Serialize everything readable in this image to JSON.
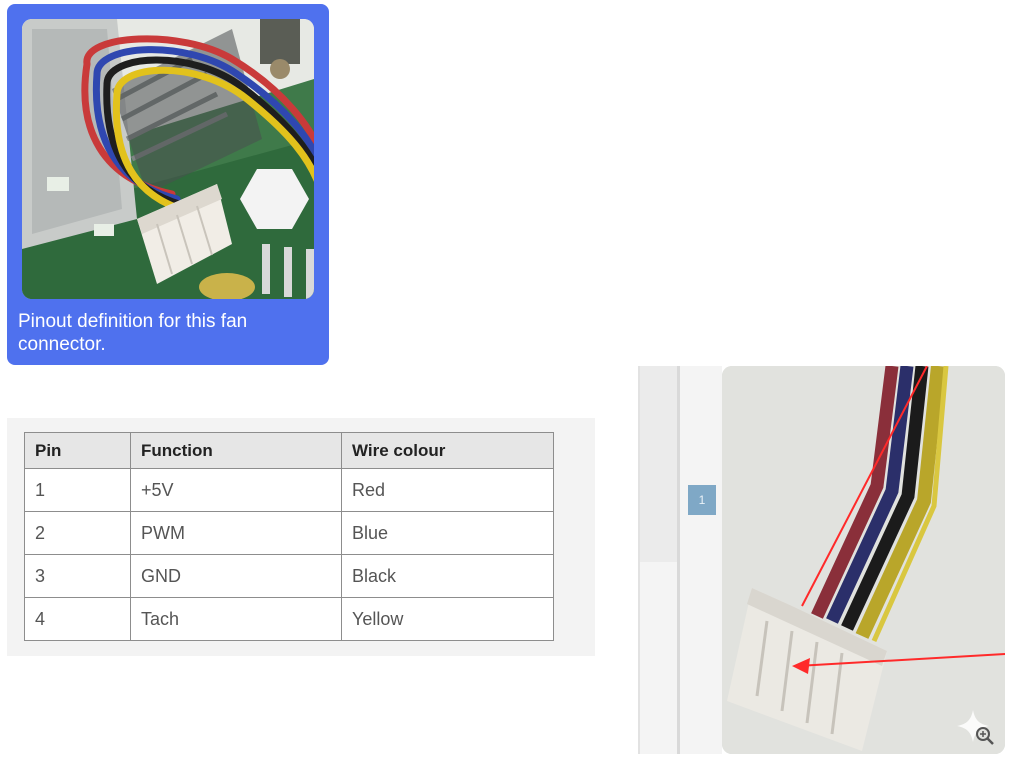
{
  "message": {
    "caption": "Pinout definition for this fan connector.",
    "image_icon": "fan-connector-photo"
  },
  "pinout_table": {
    "headers": [
      "Pin",
      "Function",
      "Wire colour"
    ],
    "rows": [
      [
        "1",
        "+5V",
        "Red"
      ],
      [
        "2",
        "PWM",
        "Blue"
      ],
      [
        "3",
        "GND",
        "Black"
      ],
      [
        "4",
        "Tach",
        "Yellow"
      ]
    ]
  },
  "side_marker": {
    "label": "1"
  },
  "connector_photo": {
    "icon": "sparkle-zoom-icon"
  },
  "colors": {
    "card_bg": "#4f71ee",
    "wire_red": "#c93a3a",
    "wire_blue": "#2f47b0",
    "wire_black": "#1e1e1e",
    "wire_yellow": "#e2c21c",
    "annotation_red": "#ff2a2a"
  }
}
